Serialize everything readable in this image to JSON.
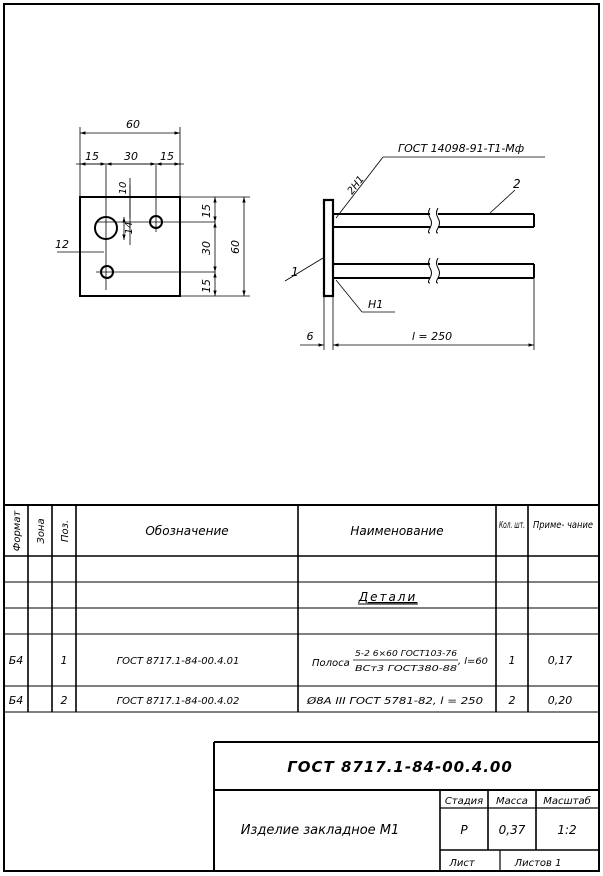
{
  "drawing": {
    "plan_view": {
      "dim_total_width": "60",
      "dim_left": "15",
      "dim_middle": "30",
      "dim_right": "15",
      "dim_hole_offset": "10",
      "dim_hole_dia_large": "14",
      "dim_hole_dia_left": "12",
      "dim_top": "15",
      "dim_mid_vertical": "30",
      "dim_bottom": "15",
      "dim_total_height": "60"
    },
    "side_view": {
      "weld_standard": "ГОСТ 14098-91-Т1-Мф",
      "weld_callout_upper": "2Н1",
      "weld_callout_lower": "Н1",
      "item_plate": "1",
      "item_bar": "2",
      "dim_plate_thickness": "6",
      "dim_bar_length": "l = 250"
    }
  },
  "spec_table": {
    "headers": {
      "format": "Формат",
      "zone": "Зона",
      "pos": "Поз.",
      "designation": "Обозначение",
      "name": "Наименование",
      "qty": "Кол. шт.",
      "note": "Приме- чание"
    },
    "section_title": "Детали",
    "rows": [
      {
        "format": "Б4",
        "pos": "1",
        "designation": "ГОСТ 8717.1-84-00.4.01",
        "name_prefix": "Полоса",
        "name_numerator": "5-2 6×60 ГОСТ103-76",
        "name_denominator": "ВСт3 ГОСТ380-88",
        "name_suffix": ", l=60",
        "qty": "1",
        "note": "0,17"
      },
      {
        "format": "Б4",
        "pos": "2",
        "designation": "ГОСТ 8717.1-84-00.4.02",
        "name": "Ø8А III ГОСТ 5781-82, l = 250",
        "qty": "2",
        "note": "0,20"
      }
    ]
  },
  "title_block": {
    "document_code": "ГОСТ 8717.1-84-00.4.00",
    "title": "Изделие закладное М1",
    "stage_label": "Стадия",
    "mass_label": "Масса",
    "scale_label": "Масштаб",
    "stage_value": "Р",
    "mass_value": "0,37",
    "scale_value": "1:2",
    "sheet_label": "Лист",
    "sheets_label": "Листов 1"
  }
}
